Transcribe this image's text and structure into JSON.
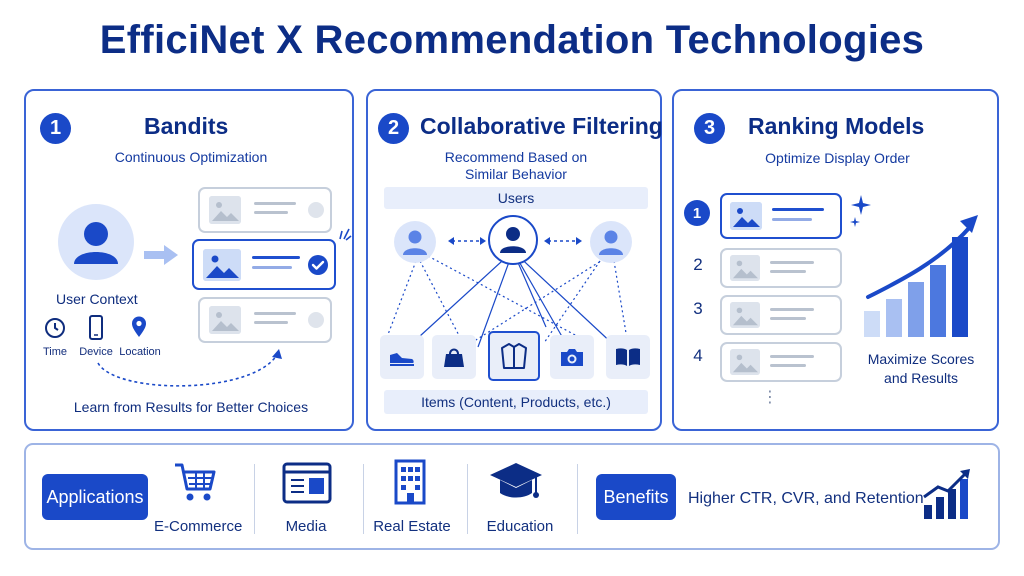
{
  "title": "EfficiNet X Recommendation Technologies",
  "panels": [
    {
      "number": "1",
      "title": "Bandits",
      "subtitle": "Continuous Optimization",
      "user_context": "User Context",
      "context_items": [
        "Time",
        "Device",
        "Location"
      ],
      "footer": "Learn from Results for Better Choices"
    },
    {
      "number": "2",
      "title": "Collaborative Filtering",
      "subtitle_line1": "Recommend Based on",
      "subtitle_line2": "Similar Behavior",
      "users_label": "Users",
      "items_label": "Items (Content, Products, etc.)"
    },
    {
      "number": "3",
      "title": "Ranking Models",
      "subtitle": "Optimize Display Order",
      "ranks": [
        "1",
        "2",
        "3",
        "4"
      ],
      "more": "⋮",
      "chart_caption_line1": "Maximize Scores",
      "chart_caption_line2": "and Results",
      "bar_levels": [
        0.26,
        0.38,
        0.55,
        0.72,
        1.0
      ]
    }
  ],
  "bottom": {
    "applications_label": "Applications",
    "applications": [
      {
        "label": "E-Commerce",
        "icon": "shopping-cart-icon"
      },
      {
        "label": "Media",
        "icon": "media-window-icon"
      },
      {
        "label": "Real Estate",
        "icon": "building-icon"
      },
      {
        "label": "Education",
        "icon": "graduation-cap-icon"
      }
    ],
    "benefits_label": "Benefits",
    "benefits_text": "Higher CTR, CVR, and Retention"
  },
  "colors": {
    "primary": "#1a49c8",
    "navy": "#0c2d86",
    "light_band": "#e8eefb",
    "border": "#3a64d6"
  }
}
